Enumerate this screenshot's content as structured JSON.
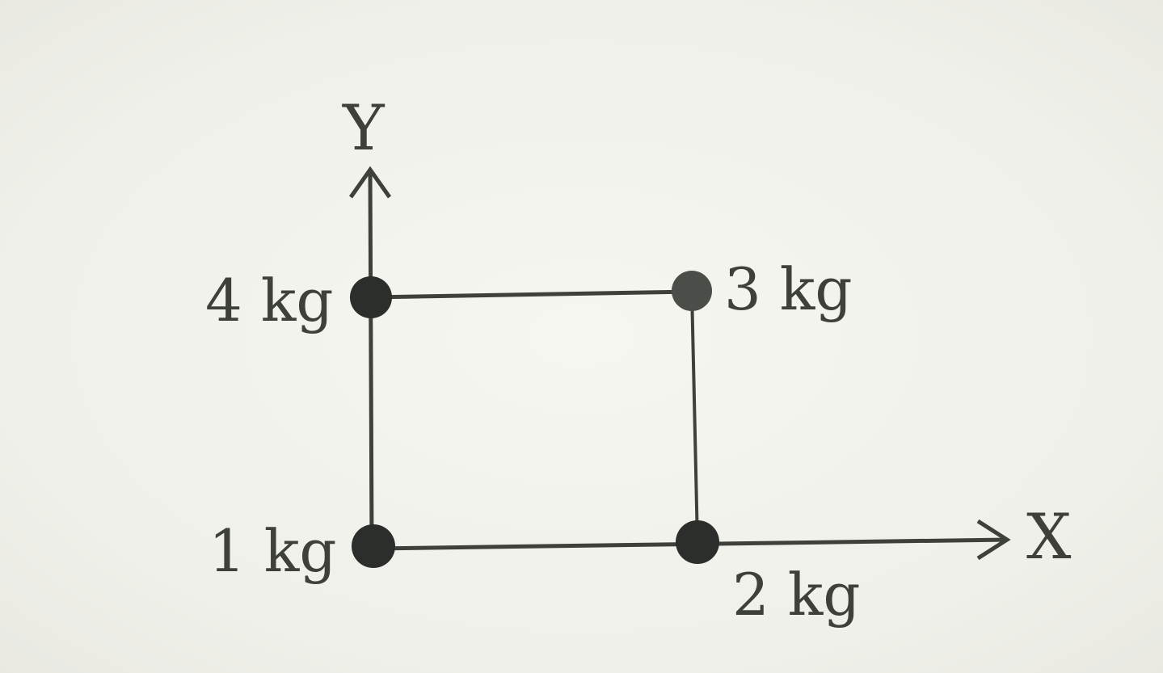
{
  "axes": {
    "x_label": "X",
    "y_label": "Y"
  },
  "masses": {
    "origin": "1 kg",
    "x_corner": "2 kg",
    "far_corner": "3 kg",
    "y_corner": "4 kg"
  },
  "colors": {
    "ink": "#3d403b",
    "dot": "#2b2e2a",
    "paper": "#f3f3ee"
  }
}
